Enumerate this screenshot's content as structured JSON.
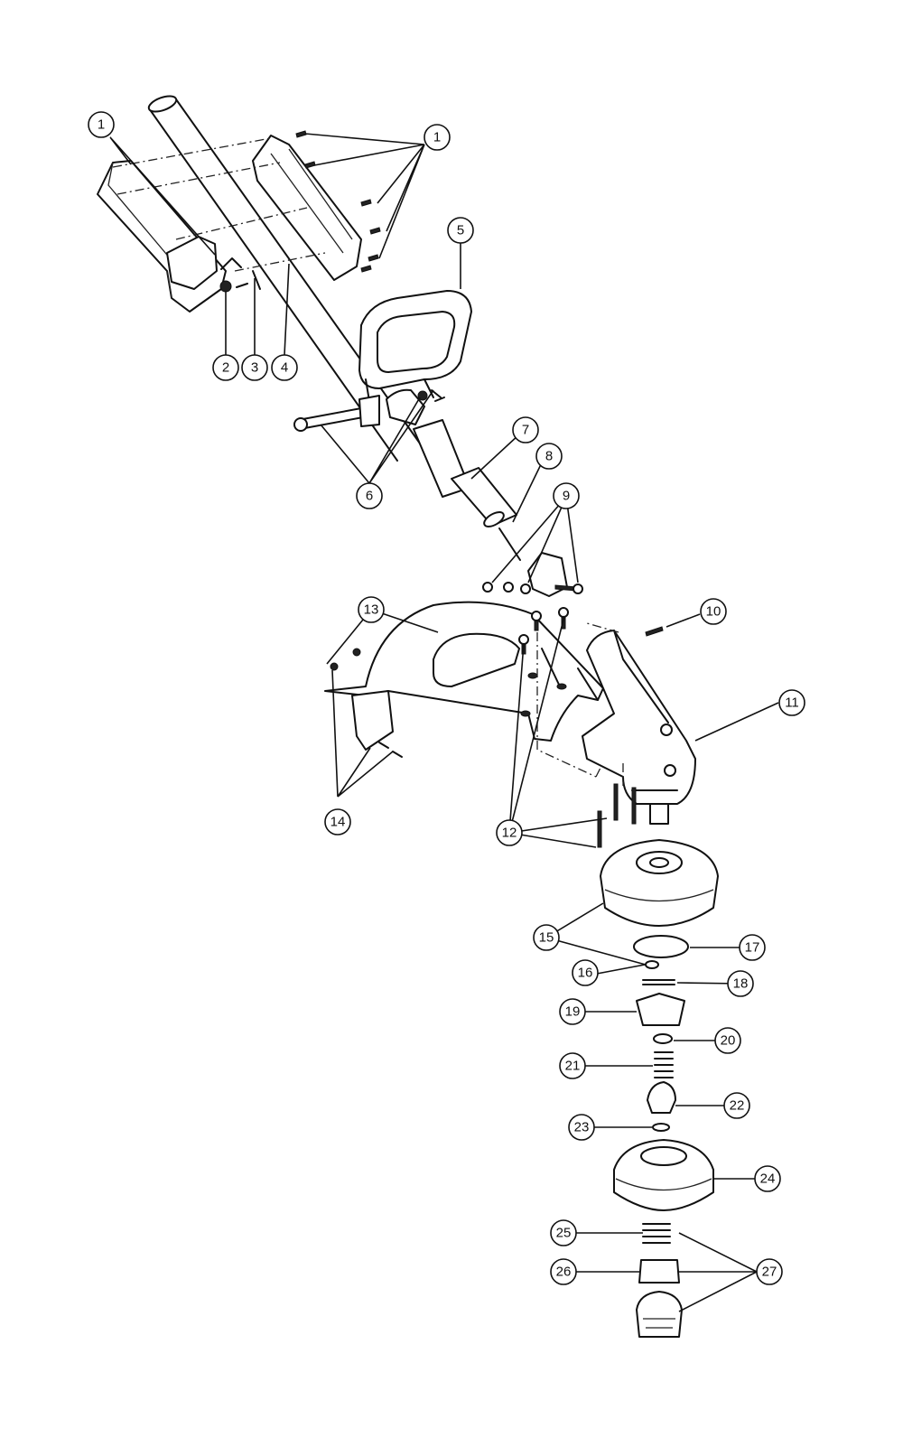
{
  "callouts": {
    "c1a": "1",
    "c1b": "1",
    "c2": "2",
    "c3": "3",
    "c4": "4",
    "c5": "5",
    "c6": "6",
    "c7": "7",
    "c8": "8",
    "c9": "9",
    "c10": "10",
    "c11": "11",
    "c12": "12",
    "c13": "13",
    "c14": "14",
    "c15": "15",
    "c16": "16",
    "c17": "17",
    "c18": "18",
    "c19": "19",
    "c20": "20",
    "c21": "21",
    "c22": "22",
    "c23": "23",
    "c24": "24",
    "c25": "25",
    "c26": "26",
    "c27": "27"
  }
}
